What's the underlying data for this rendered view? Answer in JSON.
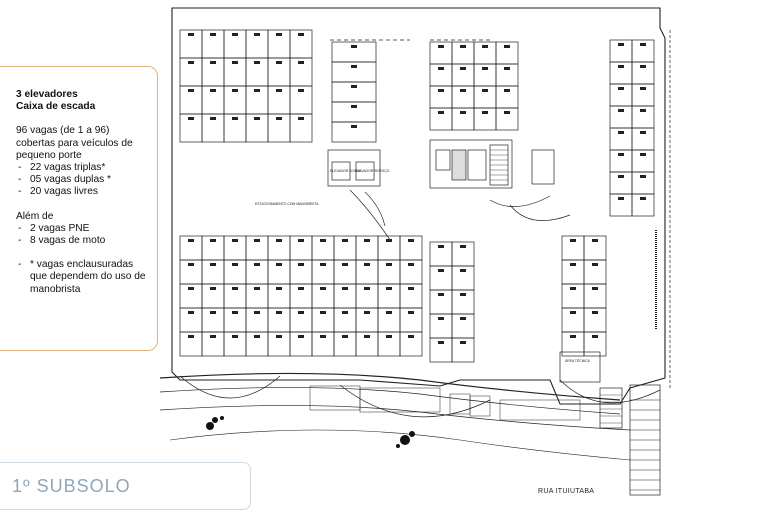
{
  "info": {
    "line1": "3 elevadores",
    "line2": "Caixa de escada",
    "parking_total_1": "96 vagas (de 1 a 96)",
    "parking_total_2": "cobertas para veículos de",
    "parking_total_3": "pequeno porte",
    "breakdown": [
      "22 vagas triplas*",
      "05 vagas duplas *",
      "20 vagas livres"
    ],
    "also_label": "Além de",
    "also_items": [
      "2 vagas PNE",
      "8 vagas de moto"
    ],
    "note_1": "* vagas enclausuradas",
    "note_2": "que dependem do uso de",
    "note_3": "manobrista"
  },
  "plan": {
    "title": "ESTACIONAMENTO COM MANOBRISTA",
    "elevator_label_1": "ELEVADOR SOCIAL",
    "elevator_label_2": "ELEVADOR SERVIÇO",
    "street_label": "RUA ITUIUTABA",
    "area_label": "ÁREA TÉCNICA"
  },
  "level": "1º SUBSOLO"
}
